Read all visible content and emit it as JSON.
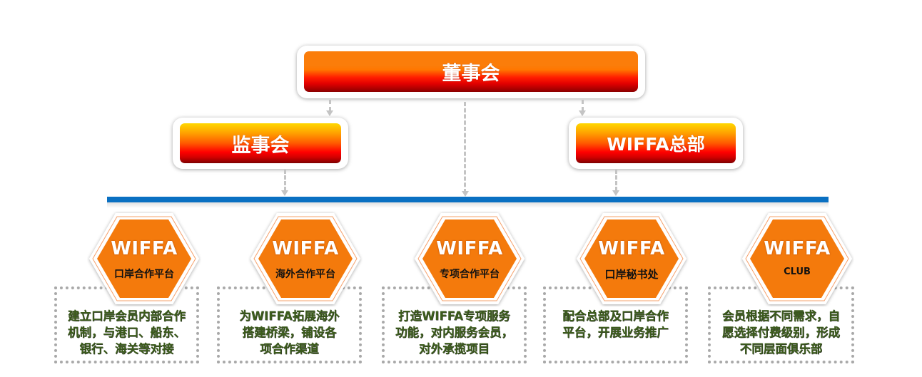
{
  "board": {
    "label": "董事会"
  },
  "supervisors": {
    "label": "监事会"
  },
  "headquarters": {
    "label": "WIFFA总部"
  },
  "colors": {
    "connector_line": "#0a70c2",
    "hexagon_fill": "#f47a0c",
    "description_text": "#3c5c1c",
    "dashed_connector": "#c4c4c4"
  },
  "units": [
    {
      "title": "WIFFA",
      "subtitle": "口岸合作平台",
      "description": [
        "建立口岸会员内部合作",
        "机制，与港口、船东、",
        "银行、海关等对接"
      ]
    },
    {
      "title": "WIFFA",
      "subtitle": "海外合作平台",
      "description": [
        "为WIFFA拓展海外",
        "搭建桥梁，铺设各",
        "项合作渠道"
      ]
    },
    {
      "title": "WIFFA",
      "subtitle": "专项合作平台",
      "description": [
        "打造WIFFA专项服务",
        "功能，对内服务会员，",
        "对外承揽项目"
      ]
    },
    {
      "title": "WIFFA",
      "subtitle": "口岸秘书处",
      "description": [
        "配合总部及口岸合作",
        "平台，开展业务推广"
      ]
    },
    {
      "title": "WIFFA",
      "subtitle": "CLUB",
      "description": [
        "会员根据不同需求，自",
        "愿选择付费级别，形成",
        "不同层面俱乐部"
      ]
    }
  ]
}
